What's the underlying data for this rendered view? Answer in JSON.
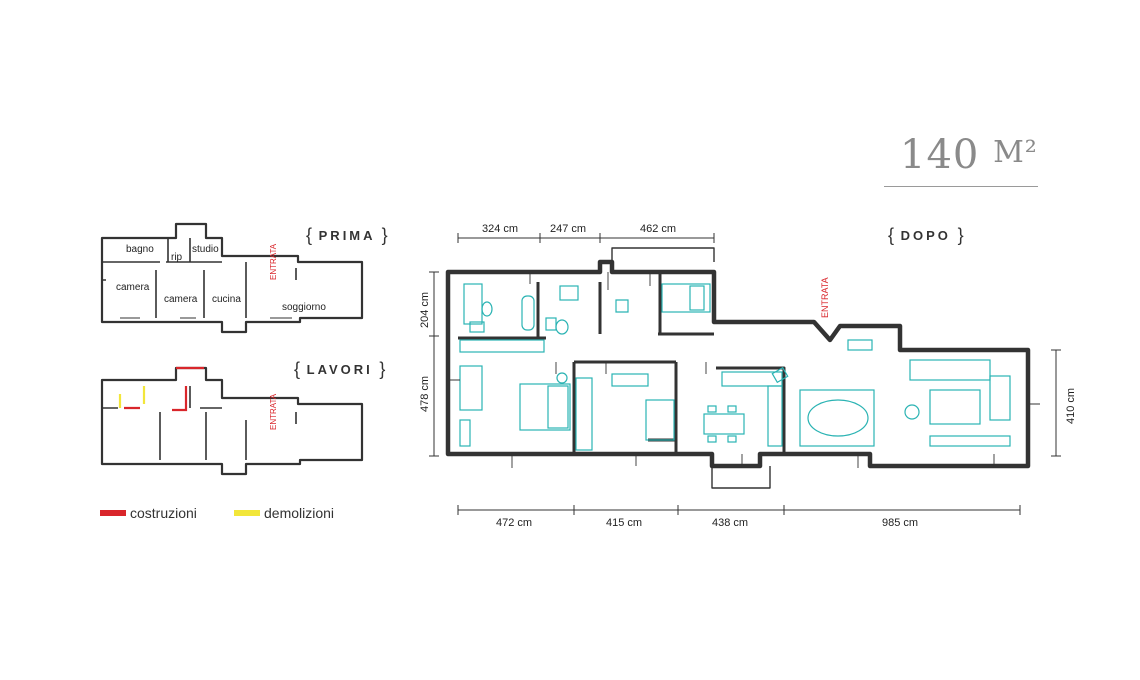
{
  "area": {
    "value": "140",
    "unit": "M²"
  },
  "plans": {
    "prima": {
      "title": "PRIMA",
      "brace_open": "{",
      "brace_close": "}",
      "rooms": {
        "bagno": "bagno",
        "rip": "rip",
        "studio": "studio",
        "camera1": "camera",
        "camera2": "camera",
        "cucina": "cucina",
        "soggiorno": "soggiorno"
      },
      "entrance": "ENTRATA"
    },
    "lavori": {
      "title": "LAVORI",
      "brace_open": "{",
      "brace_close": "}",
      "entrance": "ENTRATA"
    },
    "dopo": {
      "title": "DOPO",
      "brace_open": "{",
      "brace_close": "}",
      "entrance": "ENTRATA",
      "dims_top": [
        "324 cm",
        "247 cm",
        "462 cm"
      ],
      "dims_bottom": [
        "472 cm",
        "415 cm",
        "438 cm",
        "985 cm"
      ],
      "dims_left": [
        "204 cm",
        "478 cm"
      ],
      "dims_right": [
        "410 cm"
      ]
    }
  },
  "legend": [
    {
      "label": "costruzioni",
      "color": "#d9262b"
    },
    {
      "label": "demolizioni",
      "color": "#f2e63a"
    }
  ],
  "colors": {
    "wall": "#333333",
    "furniture": "#2ab3b3",
    "accent": "#d9262b",
    "demolition": "#f2e63a",
    "dimension": "#333333"
  }
}
